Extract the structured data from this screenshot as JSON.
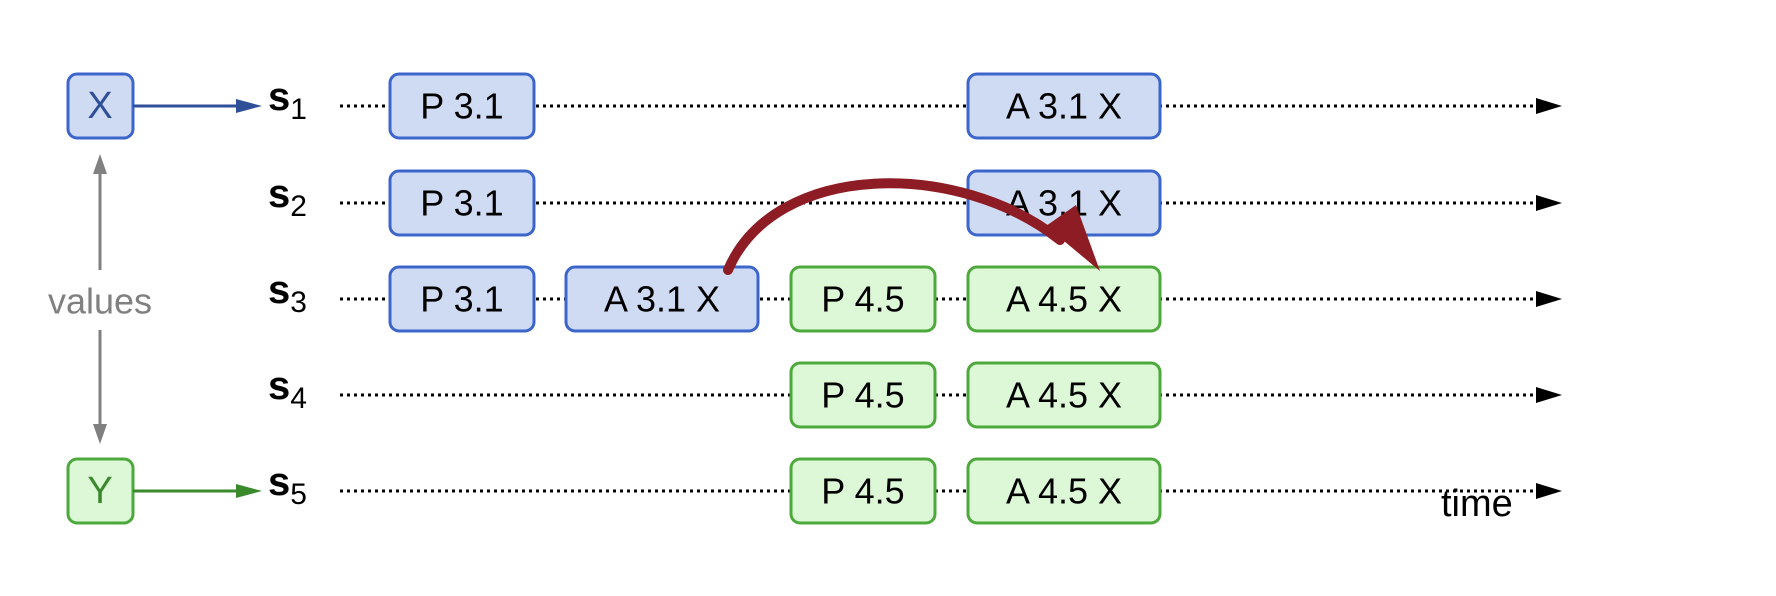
{
  "proposers": [
    {
      "label": "X",
      "color": "blue"
    },
    {
      "label": "Y",
      "color": "green"
    }
  ],
  "values_label": "values",
  "time_label": "time",
  "servers": [
    {
      "name": "s",
      "index": "1",
      "events": [
        {
          "text": "P 3.1",
          "color": "blue"
        },
        {
          "text": "A 3.1 X",
          "color": "blue"
        }
      ]
    },
    {
      "name": "s",
      "index": "2",
      "events": [
        {
          "text": "P 3.1",
          "color": "blue"
        },
        {
          "text": "A 3.1 X",
          "color": "blue"
        }
      ]
    },
    {
      "name": "s",
      "index": "3",
      "events": [
        {
          "text": "P 3.1",
          "color": "blue"
        },
        {
          "text": "A 3.1 X",
          "color": "blue"
        },
        {
          "text": "P 4.5",
          "color": "green"
        },
        {
          "text": "A 4.5 X",
          "color": "green"
        }
      ]
    },
    {
      "name": "s",
      "index": "4",
      "events": [
        {
          "text": "P 4.5",
          "color": "green"
        },
        {
          "text": "A 4.5 X",
          "color": "green"
        }
      ]
    },
    {
      "name": "s",
      "index": "5",
      "events": [
        {
          "text": "P 4.5",
          "color": "green"
        },
        {
          "text": "A 4.5 X",
          "color": "green"
        }
      ]
    }
  ],
  "colors": {
    "blue_fill": "#cfdaf3",
    "blue_stroke": "#3d66cc",
    "green_fill": "#dcf8d6",
    "green_stroke": "#4ea93d",
    "proposer_arrow_blue": "#2f4f99",
    "proposer_arrow_green": "#3a8a2c",
    "values_gray": "#808080",
    "carry_arrow": "#8e1c24",
    "text": "#000000"
  }
}
